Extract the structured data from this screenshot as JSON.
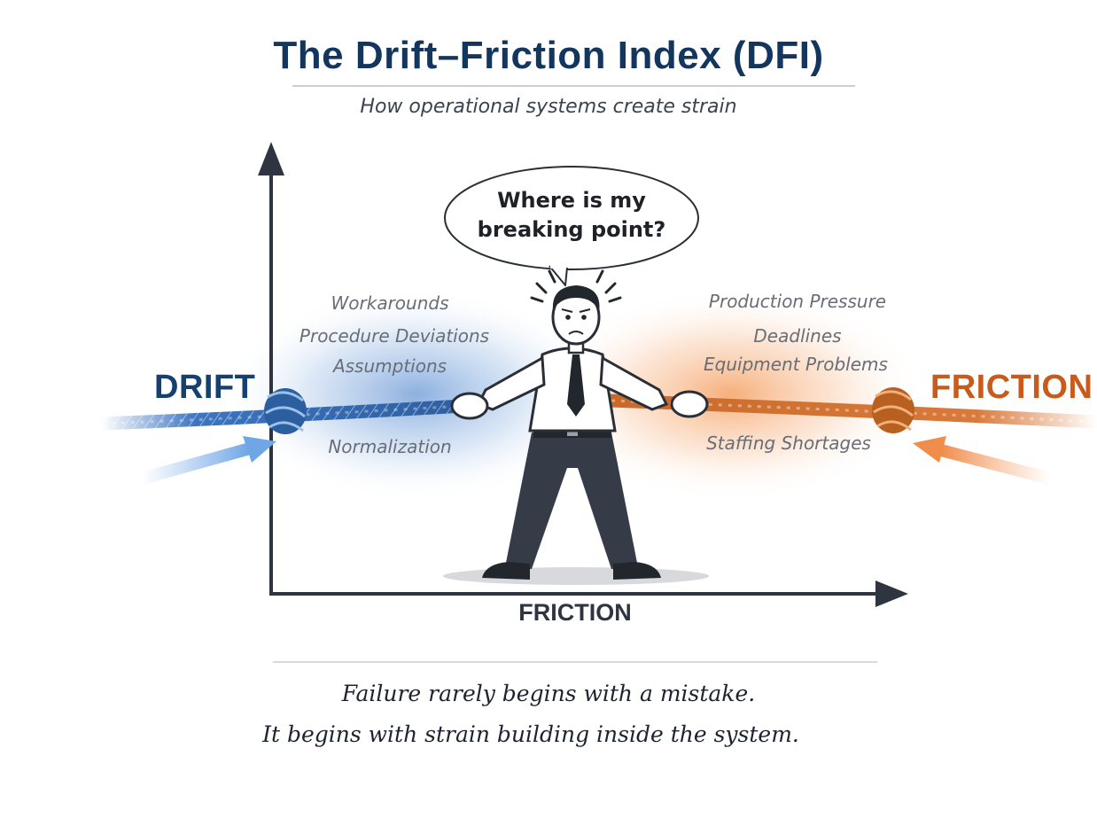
{
  "title": "The Drift–Friction Index (DFI)",
  "subtitle": "How operational systems create strain",
  "speech_bubble": {
    "line1": "Where is my",
    "line2": "breaking point?"
  },
  "drift": {
    "label": "DRIFT",
    "color": "#3a6fb8",
    "factors": [
      "Workarounds",
      "Procedure Deviations",
      "Assumptions",
      "Normalization"
    ]
  },
  "friction": {
    "label": "FRICTION",
    "color": "#d9712b",
    "factors": [
      "Production Pressure",
      "Deadlines",
      "Equipment Problems",
      "Staffing Shortages"
    ]
  },
  "x_axis_label": "FRICTION",
  "footer": {
    "line1": "Failure rarely begins with a mistake.",
    "line2": "It begins with strain building inside the system."
  },
  "icons": [
    "stressed-person-icon",
    "blue-rope-icon",
    "orange-rope-icon",
    "knot-icon",
    "arrow-icon"
  ]
}
